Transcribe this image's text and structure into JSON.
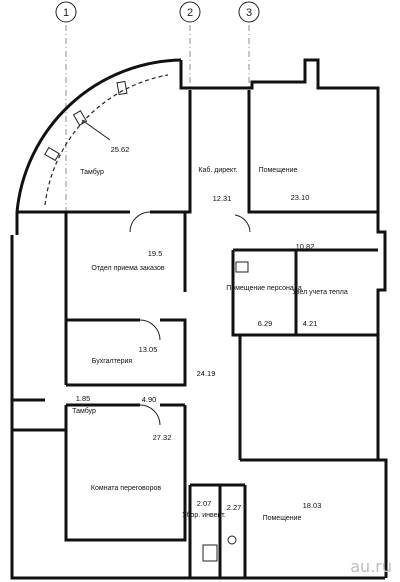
{
  "axes": [
    "1",
    "2",
    "3"
  ],
  "rooms": {
    "vestibule": {
      "label": "Тамбур",
      "area": "25.62"
    },
    "director": {
      "label": "Каб. директ.",
      "area": "12.31"
    },
    "room_top": {
      "label": "Помещение",
      "area": "23.10"
    },
    "orders": {
      "label": "Отдел приема заказов",
      "area": "19.5"
    },
    "room_1082": {
      "area": "10.82"
    },
    "staff": {
      "label": "Помещение персонала",
      "area": "6.29"
    },
    "heat_meter": {
      "label": "Узел учета тепла",
      "area": "4.21"
    },
    "accounting": {
      "label": "Бухгалтерия",
      "area": "13.05"
    },
    "corridor": {
      "area": "24.19"
    },
    "vestibule_small": {
      "label": "Тамбур",
      "area": "1.85"
    },
    "corridor_small": {
      "area": "4.90"
    },
    "meeting": {
      "label": "Комната переговоров",
      "area": "27.32"
    },
    "cleaning": {
      "label": "Убор. инвент.",
      "area": "2.07"
    },
    "wc": {
      "area": "2.27"
    },
    "room_bottom": {
      "label": "Помещение",
      "area": "18.03"
    }
  },
  "watermark": "au.ru"
}
